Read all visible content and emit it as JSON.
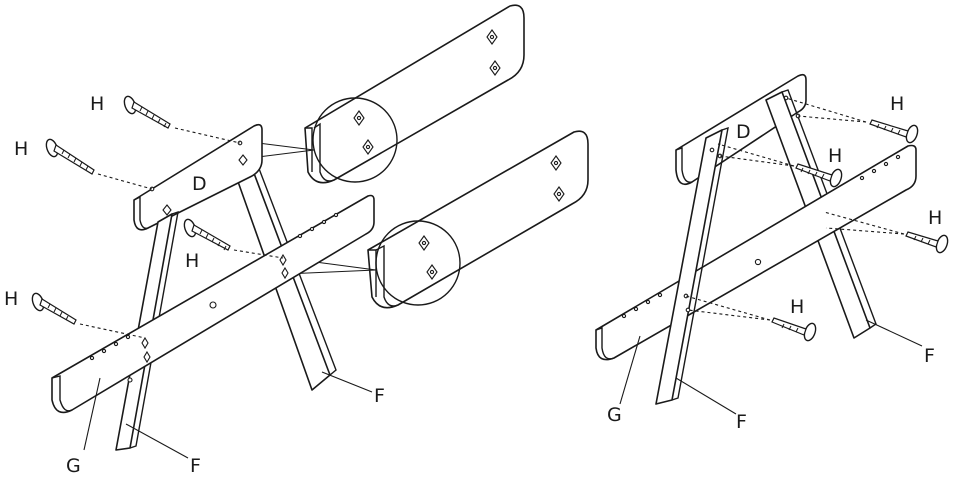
{
  "labels": {
    "left_h1": "H",
    "left_h2": "H",
    "left_h3": "H",
    "left_h4": "H",
    "left_d": "D",
    "left_g": "G",
    "left_f1": "F",
    "left_f2": "F",
    "right_h1": "H",
    "right_h2": "H",
    "right_h3": "H",
    "right_h4": "H",
    "right_d": "D",
    "right_g": "G",
    "right_f1": "F",
    "right_f2": "F"
  },
  "colors": {
    "line": "#1a1a1a",
    "background": "#ffffff"
  }
}
